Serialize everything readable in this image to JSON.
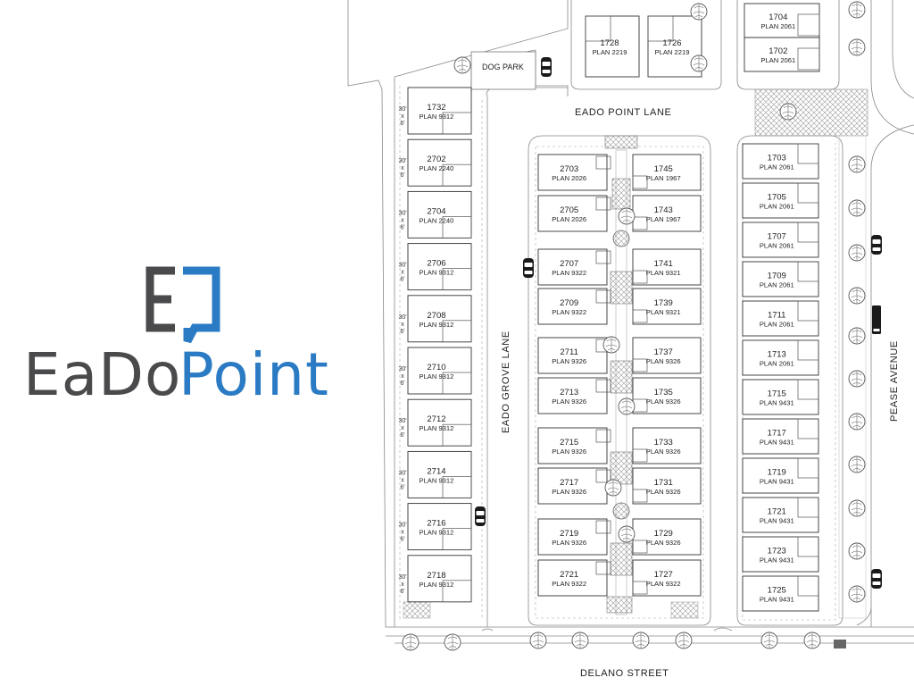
{
  "brand": {
    "logo_text_left": "EaDo",
    "logo_text_right": "Point",
    "logo_gray": "#4a4a4c",
    "logo_blue": "#2b7bc4"
  },
  "streets": {
    "north": "EADO POINT LANE",
    "west": "EADO GROVE LANE",
    "east": "PEASE AVENUE",
    "south": "DELANO STREET"
  },
  "amenities": {
    "dog_park": "DOG PARK"
  },
  "easement": {
    "line1": "30'",
    "line2": "x",
    "line3": "6'"
  },
  "lots_west": [
    {
      "num": "1732",
      "plan": "PLAN 9312"
    },
    {
      "num": "2702",
      "plan": "PLAN 2240"
    },
    {
      "num": "2704",
      "plan": "PLAN 2240"
    },
    {
      "num": "2706",
      "plan": "PLAN 9312"
    },
    {
      "num": "2708",
      "plan": "PLAN 9312"
    },
    {
      "num": "2710",
      "plan": "PLAN 9312"
    },
    {
      "num": "2712",
      "plan": "PLAN 9312"
    },
    {
      "num": "2714",
      "plan": "PLAN 9312"
    },
    {
      "num": "2716",
      "plan": "PLAN 9312"
    },
    {
      "num": "2718",
      "plan": "PLAN 9312"
    }
  ],
  "lots_top": [
    {
      "num": "1728",
      "plan": "PLAN 2219"
    },
    {
      "num": "1726",
      "plan": "PLAN 2219"
    }
  ],
  "lots_center_left": [
    {
      "num": "2703",
      "plan": "PLAN 2026"
    },
    {
      "num": "2705",
      "plan": "PLAN 2026"
    },
    {
      "num": "2707",
      "plan": "PLAN 9322"
    },
    {
      "num": "2709",
      "plan": "PLAN 9322"
    },
    {
      "num": "2711",
      "plan": "PLAN 9326"
    },
    {
      "num": "2713",
      "plan": "PLAN 9326"
    },
    {
      "num": "2715",
      "plan": "PLAN 9326"
    },
    {
      "num": "2717",
      "plan": "PLAN 9326"
    },
    {
      "num": "2719",
      "plan": "PLAN 9326"
    },
    {
      "num": "2721",
      "plan": "PLAN 9322"
    }
  ],
  "lots_center_right": [
    {
      "num": "1745",
      "plan": "PLAN 1967"
    },
    {
      "num": "1743",
      "plan": "PLAN 1967"
    },
    {
      "num": "1741",
      "plan": "PLAN 9321"
    },
    {
      "num": "1739",
      "plan": "PLAN 9321"
    },
    {
      "num": "1737",
      "plan": "PLAN 9326"
    },
    {
      "num": "1735",
      "plan": "PLAN 9326"
    },
    {
      "num": "1733",
      "plan": "PLAN 9326"
    },
    {
      "num": "1731",
      "plan": "PLAN 9326"
    },
    {
      "num": "1729",
      "plan": "PLAN 9326"
    },
    {
      "num": "1727",
      "plan": "PLAN 9322"
    }
  ],
  "lots_east_top": [
    {
      "num": "1704",
      "plan": "PLAN 2061"
    },
    {
      "num": "1702",
      "plan": "PLAN 2061"
    }
  ],
  "lots_east": [
    {
      "num": "1703",
      "plan": "PLAN 2061"
    },
    {
      "num": "1705",
      "plan": "PLAN 2061"
    },
    {
      "num": "1707",
      "plan": "PLAN 2061"
    },
    {
      "num": "1709",
      "plan": "PLAN 2061"
    },
    {
      "num": "1711",
      "plan": "PLAN 2061"
    },
    {
      "num": "1713",
      "plan": "PLAN 2061"
    },
    {
      "num": "1715",
      "plan": "PLAN 9431"
    },
    {
      "num": "1717",
      "plan": "PLAN 9431"
    },
    {
      "num": "1719",
      "plan": "PLAN 9431"
    },
    {
      "num": "1721",
      "plan": "PLAN 9431"
    },
    {
      "num": "1723",
      "plan": "PLAN 9431"
    },
    {
      "num": "1725",
      "plan": "PLAN 9431"
    }
  ]
}
